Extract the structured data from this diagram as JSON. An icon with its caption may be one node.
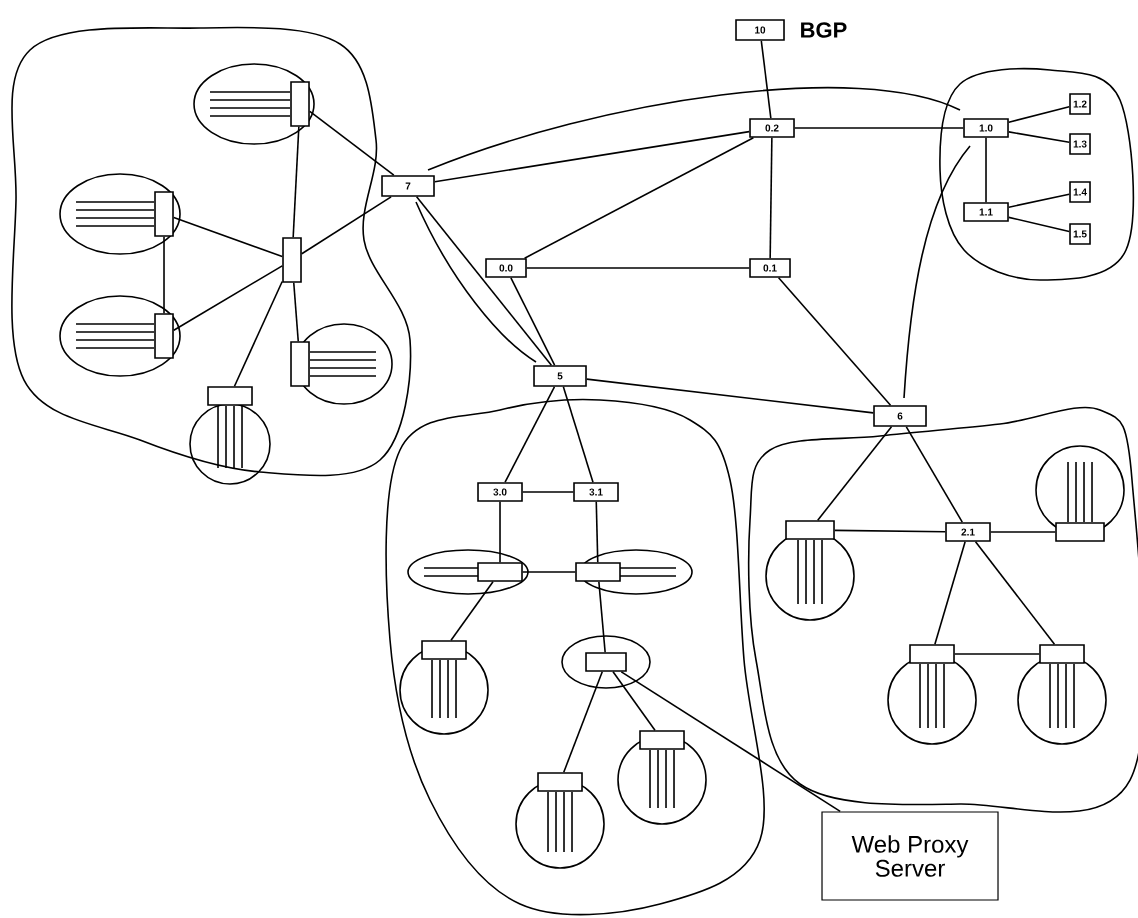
{
  "diagram": {
    "nodes": [
      {
        "text": [],
        "shape": "cloud"
      },
      {
        "text": [],
        "shape": "cloud"
      },
      {
        "text": [],
        "shape": "cloud"
      },
      {
        "text": [],
        "shape": "cloud"
      },
      {
        "text": [
          "10"
        ],
        "beside": [
          "BGP"
        ]
      },
      {
        "text": [
          "0.2"
        ]
      },
      {
        "text": [
          "1.0"
        ],
        "in": 1
      },
      {
        "text": [
          "1.1"
        ],
        "in": 1
      },
      {
        "text": [
          "1.2"
        ],
        "in": 1
      },
      {
        "text": [
          "1.3"
        ],
        "in": 1
      },
      {
        "text": [
          "1.4"
        ],
        "in": 1
      },
      {
        "text": [
          "1.5"
        ],
        "in": 1
      },
      {
        "text": [
          "7"
        ]
      },
      {
        "text": [
          "0.0"
        ]
      },
      {
        "text": [
          "0.1"
        ]
      },
      {
        "text": [
          "5"
        ]
      },
      {
        "text": [
          "6"
        ]
      },
      {
        "text": [],
        "shape": "box",
        "in": 0
      },
      {
        "text": [],
        "shape": "box",
        "in": 0
      },
      {
        "text": [],
        "shape": "box",
        "in": 0
      },
      {
        "text": [],
        "shape": "box",
        "in": 0
      },
      {
        "text": [],
        "shape": "box",
        "in": 0
      },
      {
        "text": [],
        "shape": "box",
        "in": 0
      },
      {
        "text": [
          "3.0"
        ],
        "in": 2
      },
      {
        "text": [
          "3.1"
        ],
        "in": 2
      },
      {
        "text": [],
        "shape": "box",
        "in": 2
      },
      {
        "text": [],
        "shape": "box",
        "in": 2
      },
      {
        "text": [],
        "shape": "box",
        "in": 2
      },
      {
        "text": [],
        "shape": "box",
        "in": 2
      },
      {
        "text": [],
        "shape": "box",
        "in": 2
      },
      {
        "text": [],
        "shape": "box",
        "in": 2
      },
      {
        "text": [],
        "shape": "box",
        "in": 3
      },
      {
        "text": [
          "2.1"
        ],
        "in": 3
      },
      {
        "text": [],
        "shape": "box",
        "in": 3
      },
      {
        "text": [],
        "shape": "box",
        "in": 3
      },
      {
        "text": [],
        "shape": "box",
        "in": 3
      },
      {
        "text": [
          "Web Proxy Server"
        ]
      }
    ],
    "edges": [
      {
        "from": 4,
        "to": 5,
        "arrow": "none"
      },
      {
        "from": 5,
        "to": 6,
        "arrow": "none"
      },
      {
        "from": 5,
        "to": 14,
        "arrow": "none"
      },
      {
        "from": 12,
        "to": 5,
        "arrow": "none"
      },
      {
        "from": 13,
        "to": 5,
        "arrow": "none"
      },
      {
        "from": 13,
        "to": 14,
        "arrow": "none"
      },
      {
        "from": 13,
        "to": 15,
        "arrow": "none"
      },
      {
        "from": 12,
        "to": 15,
        "arrow": "none"
      },
      {
        "from": 14,
        "to": 16,
        "arrow": "none"
      },
      {
        "from": 15,
        "to": 16,
        "arrow": "none"
      },
      {
        "from": 6,
        "to": 7,
        "arrow": "none"
      },
      {
        "from": 6,
        "to": 8,
        "arrow": "none"
      },
      {
        "from": 6,
        "to": 9,
        "arrow": "none"
      },
      {
        "from": 7,
        "to": 10,
        "arrow": "none"
      },
      {
        "from": 7,
        "to": 11,
        "arrow": "none"
      },
      {
        "from": 12,
        "to": 17,
        "arrow": "none"
      },
      {
        "from": 12,
        "to": 18,
        "arrow": "none"
      },
      {
        "from": 17,
        "to": 18,
        "arrow": "none"
      },
      {
        "from": 17,
        "to": 19,
        "arrow": "none"
      },
      {
        "from": 17,
        "to": 20,
        "arrow": "none"
      },
      {
        "from": 17,
        "to": 21,
        "arrow": "none"
      },
      {
        "from": 17,
        "to": 22,
        "arrow": "none"
      },
      {
        "from": 19,
        "to": 20,
        "arrow": "none"
      },
      {
        "from": 15,
        "to": 23,
        "arrow": "none"
      },
      {
        "from": 15,
        "to": 24,
        "arrow": "none"
      },
      {
        "from": 23,
        "to": 24,
        "arrow": "none"
      },
      {
        "from": 23,
        "to": 25,
        "arrow": "none"
      },
      {
        "from": 24,
        "to": 26,
        "arrow": "none"
      },
      {
        "from": 25,
        "to": 26,
        "arrow": "none"
      },
      {
        "from": 25,
        "to": 27,
        "arrow": "none"
      },
      {
        "from": 26,
        "to": 28,
        "arrow": "none"
      },
      {
        "from": 28,
        "to": 29,
        "arrow": "none"
      },
      {
        "from": 28,
        "to": 30,
        "arrow": "none"
      },
      {
        "from": 28,
        "to": 36,
        "arrow": "none"
      },
      {
        "from": 16,
        "to": 31,
        "arrow": "none"
      },
      {
        "from": 16,
        "to": 32,
        "arrow": "none"
      },
      {
        "from": 31,
        "to": 32,
        "arrow": "none"
      },
      {
        "from": 32,
        "to": 33,
        "arrow": "none"
      },
      {
        "from": 32,
        "to": 34,
        "arrow": "none"
      },
      {
        "from": 32,
        "to": 35,
        "arrow": "none"
      },
      {
        "from": 34,
        "to": 35,
        "arrow": "none"
      }
    ]
  }
}
